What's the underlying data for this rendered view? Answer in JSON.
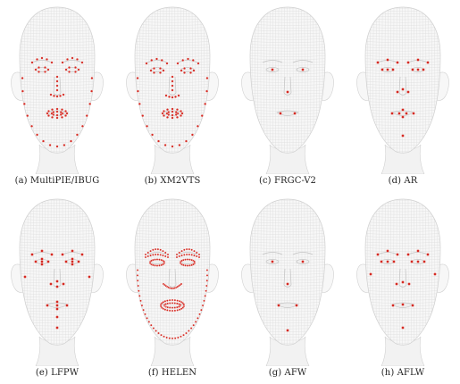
{
  "figure": {
    "panels": [
      {
        "id": "a",
        "caption": "(a) MultiPIE/IBUG",
        "landmarks": 68
      },
      {
        "id": "b",
        "caption": "(b) XM2VTS",
        "landmarks": 68
      },
      {
        "id": "c",
        "caption": "(c) FRGC-V2",
        "landmarks": 5
      },
      {
        "id": "d",
        "caption": "(d) AR",
        "landmarks": 22
      },
      {
        "id": "e",
        "caption": "(e) LFPW",
        "landmarks": 29
      },
      {
        "id": "f",
        "caption": "(f) HELEN",
        "landmarks": 194
      },
      {
        "id": "g",
        "caption": "(g) AFW",
        "landmarks": 6
      },
      {
        "id": "h",
        "caption": "(h) AFLW",
        "landmarks": 21
      }
    ],
    "colors": {
      "landmark": "#d42a22",
      "landmark_outline": "#ffffff",
      "face_mesh": "#d6d6d6",
      "face_fill": "#f7f7f7"
    }
  }
}
